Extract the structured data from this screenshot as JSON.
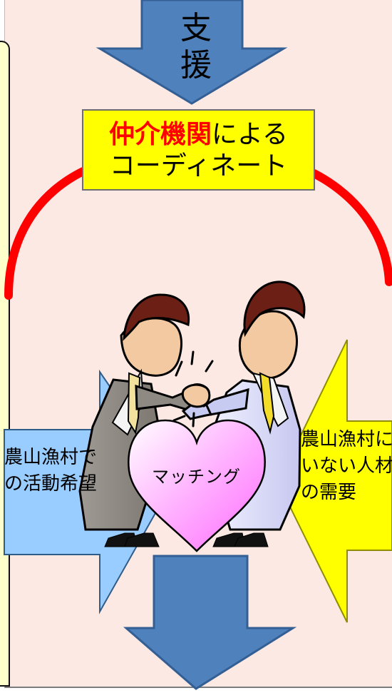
{
  "diagram": {
    "support_label": "支援",
    "coordinator": {
      "highlight": "仲介機関",
      "line1_suffix": "による",
      "line2": "コーディネート"
    },
    "matching_label": "マッチング",
    "left_arrow_text": "農山漁村での活動希望",
    "right_arrow_text": "農山漁村にいない人材の需要"
  },
  "colors": {
    "panel_background": "#fce9e4",
    "side_bar": "#ffffcc",
    "coordinator_box": "#ffff00",
    "coordinator_highlight": "#ff0000",
    "support_arrow": "#4f81bd",
    "left_arrow": "#99ccff",
    "right_arrow": "#ffff00",
    "heart_fill": "#ff99ff",
    "curve": "#ff0000"
  },
  "icons": {
    "handshake": "handshake-icon",
    "heart": "heart-icon",
    "left_arrow": "right-arrow-icon",
    "right_arrow": "left-arrow-icon",
    "support_arrow": "down-arrow-icon",
    "bottom_arrow": "down-arrow-icon"
  }
}
